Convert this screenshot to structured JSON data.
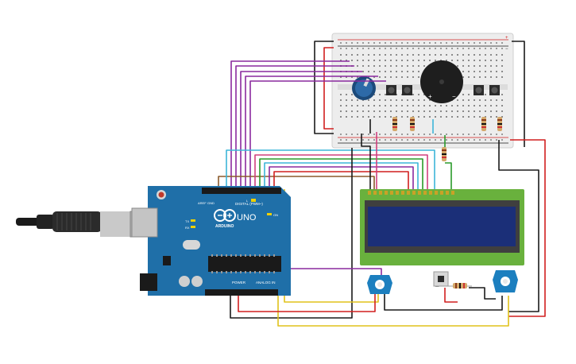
{
  "arduino": {
    "brand": "ARDUINO",
    "model": "UNO",
    "digital_label": "DIGITAL (PWM~)",
    "power_label": "POWER",
    "analog_label": "ANALOG IN",
    "aref_label": "AREF",
    "gnd_label": "GND",
    "tx_label": "TX",
    "rx_label": "RX",
    "on_label": "ON",
    "l_label": "L"
  },
  "buzzer": {
    "plus": "+",
    "minus": "−"
  },
  "breadboard": {
    "plus": "+",
    "minus": "−"
  },
  "colors": {
    "board": "#1f6fa8",
    "lcd_pcb": "#69b13d",
    "lcd_screen": "#1b2f78",
    "wire_purple": "#8a2a9e",
    "wire_red": "#d11f1f",
    "wire_black": "#1a1a1a",
    "wire_yellow": "#e0c21a",
    "wire_green": "#2a9a2a",
    "wire_cyan": "#3cb5d9",
    "wire_brown": "#8a5a2b",
    "wire_pink": "#d0407f",
    "sensor_board": "#1c7fbf"
  }
}
